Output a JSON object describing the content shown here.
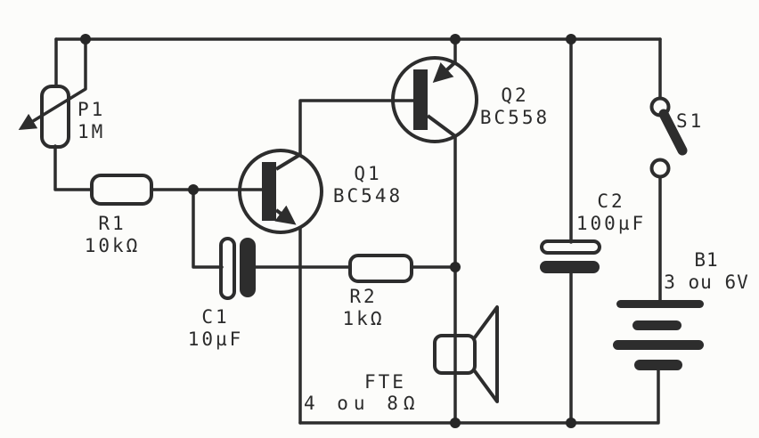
{
  "colors": {
    "ink": "#2d2d2d",
    "paper": "#fcfcfa",
    "text": "#2b2b2b"
  },
  "components": {
    "p1": {
      "ref": "P1",
      "value": "1M",
      "symbol": "potentiometer"
    },
    "r1": {
      "ref": "R1",
      "value": "10kΩ",
      "symbol": "resistor"
    },
    "c1": {
      "ref": "C1",
      "value": "10µF",
      "symbol": "electrolytic-capacitor"
    },
    "q1": {
      "ref": "Q1",
      "value": "BC548",
      "symbol": "npn-transistor"
    },
    "q2": {
      "ref": "Q2",
      "value": "BC558",
      "symbol": "pnp-transistor"
    },
    "r2": {
      "ref": "R2",
      "value": "1kΩ",
      "symbol": "resistor"
    },
    "c2": {
      "ref": "C2",
      "value": "100µF",
      "symbol": "electrolytic-capacitor"
    },
    "fte": {
      "ref": "FTE",
      "value": "4 ou 8Ω",
      "symbol": "speaker"
    },
    "s1": {
      "ref": "S1",
      "value": "",
      "symbol": "switch"
    },
    "b1": {
      "ref": "B1",
      "value": "3 ou 6V",
      "symbol": "battery"
    }
  }
}
